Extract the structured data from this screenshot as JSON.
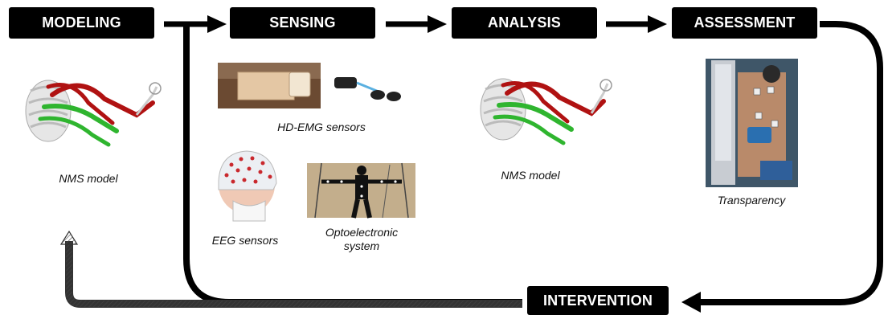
{
  "stages": {
    "modeling": "MODELING",
    "sensing": "SENSING",
    "analysis": "ANALYSIS",
    "assessment": "ASSESSMENT",
    "intervention": "INTERVENTION"
  },
  "captions": {
    "nms_model_left": "NMS model",
    "hd_emg": "HD-EMG sensors",
    "eeg": "EEG sensors",
    "optoelectronic_line1": "Optoelectronic",
    "optoelectronic_line2": "system",
    "nms_model_center": "NMS model",
    "transparency": "Transparency"
  },
  "colors": {
    "box_fill": "#000000",
    "muscle_red": "#b01212",
    "muscle_green": "#2fb52f",
    "bone_gray": "#d8d8d8"
  }
}
